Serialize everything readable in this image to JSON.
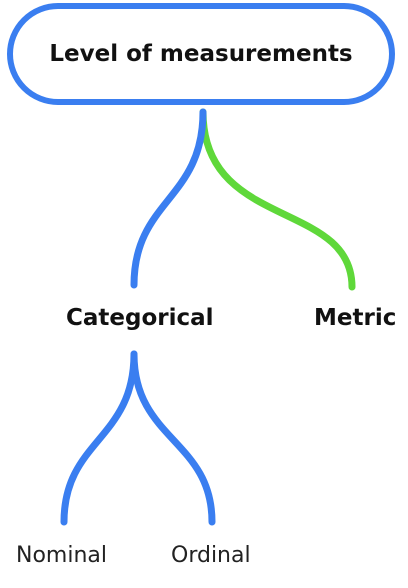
{
  "diagram": {
    "root": {
      "label": "Level of measurements"
    },
    "children": [
      {
        "label": "Categorical",
        "color": "#3a7ef0",
        "children": [
          {
            "label": "Nominal"
          },
          {
            "label": "Ordinal"
          }
        ]
      },
      {
        "label": "Metric",
        "color": "#5fd83a",
        "children": []
      }
    ],
    "colors": {
      "blue": "#3a7ef0",
      "green": "#5fd83a"
    }
  }
}
